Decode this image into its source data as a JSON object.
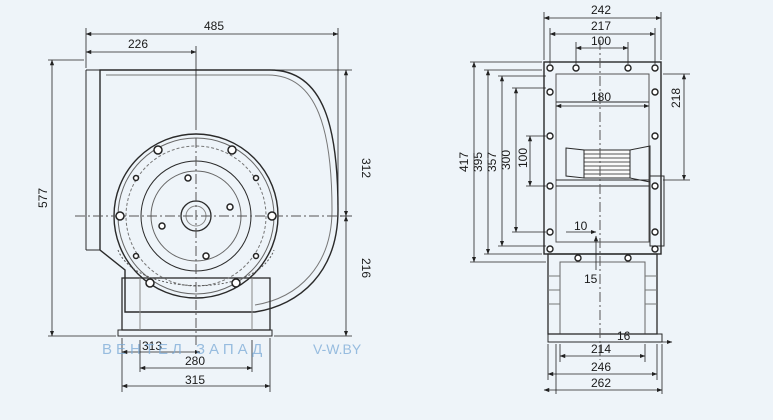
{
  "drawing": {
    "front_view": {
      "dims": {
        "overall_width": "485",
        "inlet_to_axis": "226",
        "overall_height": "577",
        "axis_to_top": "312",
        "axis_to_base": "216",
        "base_inner": "313",
        "base_holes": "280",
        "base_outer": "315"
      }
    },
    "side_view": {
      "dims": {
        "flange_outer": "242",
        "flange_holes": "217",
        "hole_pitch": "100",
        "outlet_width": "180",
        "outlet_height": "218",
        "flange_height": "417",
        "flange_mid_height": "395",
        "flange_hole_span": "357",
        "outlet_holes_span": "300",
        "vertical_pitch": "100",
        "hole_offset": "10",
        "lug_depth": "15",
        "foot_small": "16",
        "base_holes": "214",
        "base_mid": "246",
        "base_outer": "262"
      }
    }
  },
  "watermark": {
    "brand_part1": "ВЕНТЕЛ",
    "brand_part2": "ЗАПАД",
    "site": "V-W.BY",
    "color": "#7aa9d6"
  }
}
